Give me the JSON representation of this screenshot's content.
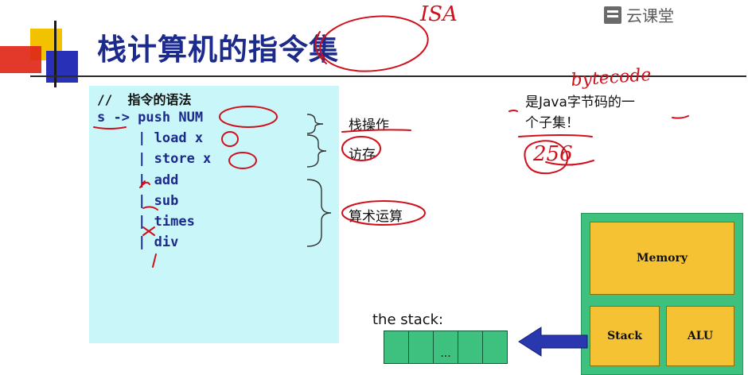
{
  "watermark": {
    "logo_text": "云课堂"
  },
  "slide": {
    "title": "栈计算机的指令集",
    "grammar": {
      "comment": "//  指令的语法",
      "lines": [
        "s -> push NUM",
        "     | load x",
        "     | store x",
        "     | add",
        "     | sub",
        "     | times",
        "     | div"
      ]
    },
    "brace_labels": [
      "栈操作",
      "访存",
      "算术运算"
    ],
    "note": {
      "line1": "是Java字节码的一",
      "line2": "个子集！"
    },
    "annotations": {
      "isa": "ISA",
      "bytecode": "bytecode",
      "count": "256"
    },
    "diagram": {
      "memory": "Memory",
      "stack": "Stack",
      "alu": "ALU",
      "stack_label": "the stack:",
      "ellipsis": "..."
    }
  },
  "colors": {
    "title": "#1c2a8c",
    "grammar_bg": "#c9f6f8",
    "cpu_bg": "#3ec07e",
    "unit_bg": "#f5c233",
    "ink": "#d0101c",
    "arrow": "#2a38b0"
  }
}
